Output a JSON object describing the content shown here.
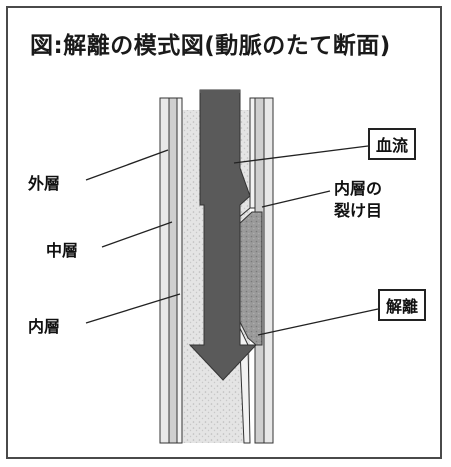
{
  "title": "図:解離の模式図(動脈のたて断面)",
  "labels": {
    "outer_layer": "外層",
    "middle_layer": "中層",
    "inner_layer": "内層",
    "blood_flow": "血流",
    "inner_tear": [
      "内層の",
      "裂け目"
    ],
    "dissection": "解離"
  },
  "colors": {
    "wall_fill": "#d9d9d9",
    "lumen_fill": "#e6e6e6",
    "arrow_fill": "#5a5a5a",
    "line": "#222222",
    "border": "#4a4a4a"
  }
}
